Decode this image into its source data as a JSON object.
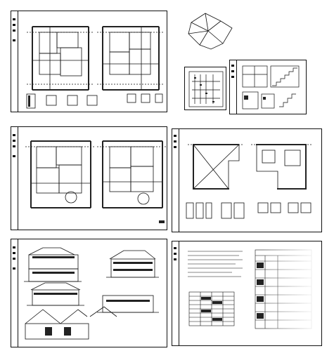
{
  "sheets": [
    {
      "id": "floor-plans-1",
      "kind": "plans"
    },
    {
      "id": "roof-plan",
      "kind": "roof"
    },
    {
      "id": "detail-small",
      "kind": "detail"
    },
    {
      "id": "detail-stairs",
      "kind": "detail"
    },
    {
      "id": "floor-plans-2",
      "kind": "plans"
    },
    {
      "id": "foundation-plans",
      "kind": "plans"
    },
    {
      "id": "elevations",
      "kind": "elevations"
    },
    {
      "id": "design-notes",
      "kind": "notes"
    }
  ],
  "notes_sheet": {
    "title_left": "",
    "title_right": ""
  },
  "colors": {
    "line": "#111111",
    "paper": "#ffffff",
    "hatch": "#222222"
  }
}
